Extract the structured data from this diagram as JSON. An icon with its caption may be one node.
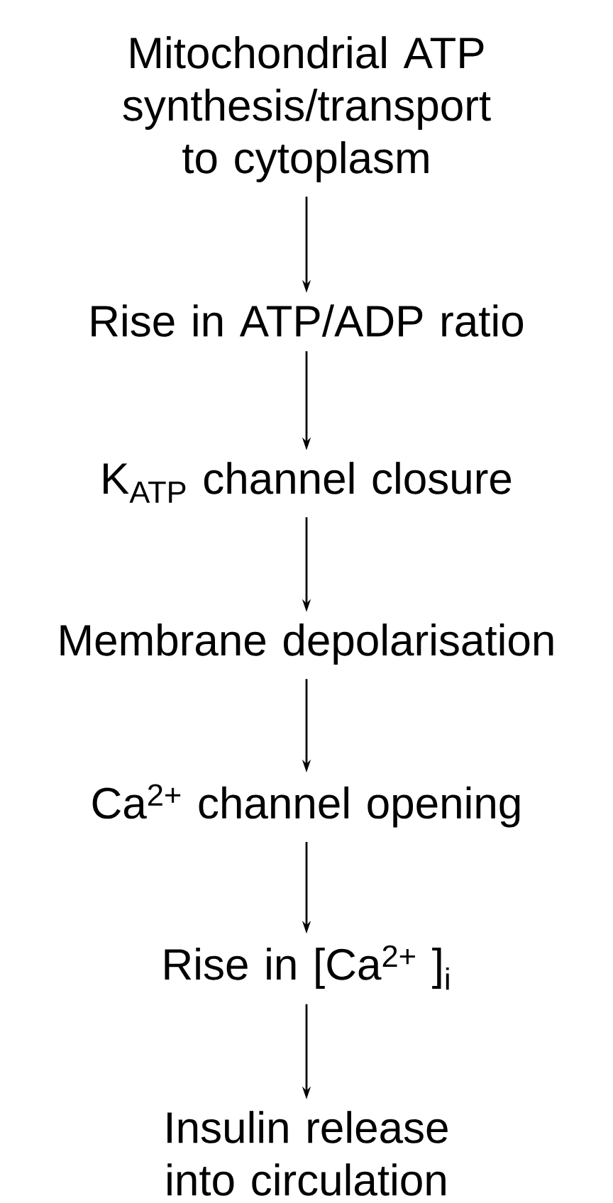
{
  "diagram": {
    "nodes": [
      {
        "text": [
          "Mitochondrial ATP synthesis/transport to cytoplasm"
        ]
      },
      {
        "text": [
          "Rise in ATP/ADP ratio"
        ]
      },
      {
        "text": [
          "K$_{ATP}$ channel closure"
        ]
      },
      {
        "text": [
          "Membrane depolarisation"
        ]
      },
      {
        "text": [
          "Ca$^{2+}$ channel opening"
        ]
      },
      {
        "text": [
          "Rise in [Ca$^{2+}$ ]$_{i}$"
        ]
      },
      {
        "text": [
          "Insulin release into circulation"
        ]
      }
    ],
    "edges": [
      {
        "from": 0,
        "to": 1,
        "arrow": "to"
      },
      {
        "from": 1,
        "to": 2,
        "arrow": "to"
      },
      {
        "from": 2,
        "to": 3,
        "arrow": "to"
      },
      {
        "from": 3,
        "to": 4,
        "arrow": "to"
      },
      {
        "from": 4,
        "to": 5,
        "arrow": "to"
      },
      {
        "from": 5,
        "to": 6,
        "arrow": "to"
      }
    ]
  }
}
